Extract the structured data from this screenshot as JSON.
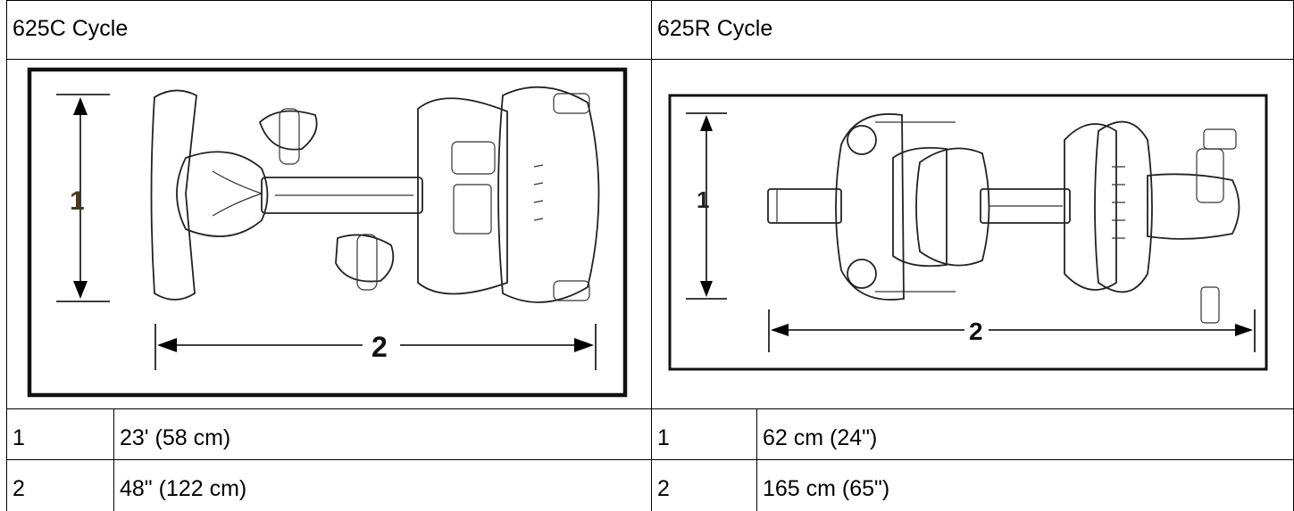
{
  "table": {
    "left": {
      "title": "625C Cycle",
      "drawing": {
        "dim_height_label": "1",
        "dim_length_label": "2"
      },
      "rows": [
        {
          "key": "1",
          "value": "23' (58 cm)"
        },
        {
          "key": "2",
          "value": "48\" (122 cm)"
        }
      ]
    },
    "right": {
      "title": "625R Cycle",
      "drawing": {
        "dim_height_label": "1",
        "dim_length_label": "2"
      },
      "rows": [
        {
          "key": "1",
          "value": "62 cm (24\")"
        },
        {
          "key": "2",
          "value": "165 cm (65\")"
        }
      ]
    }
  }
}
